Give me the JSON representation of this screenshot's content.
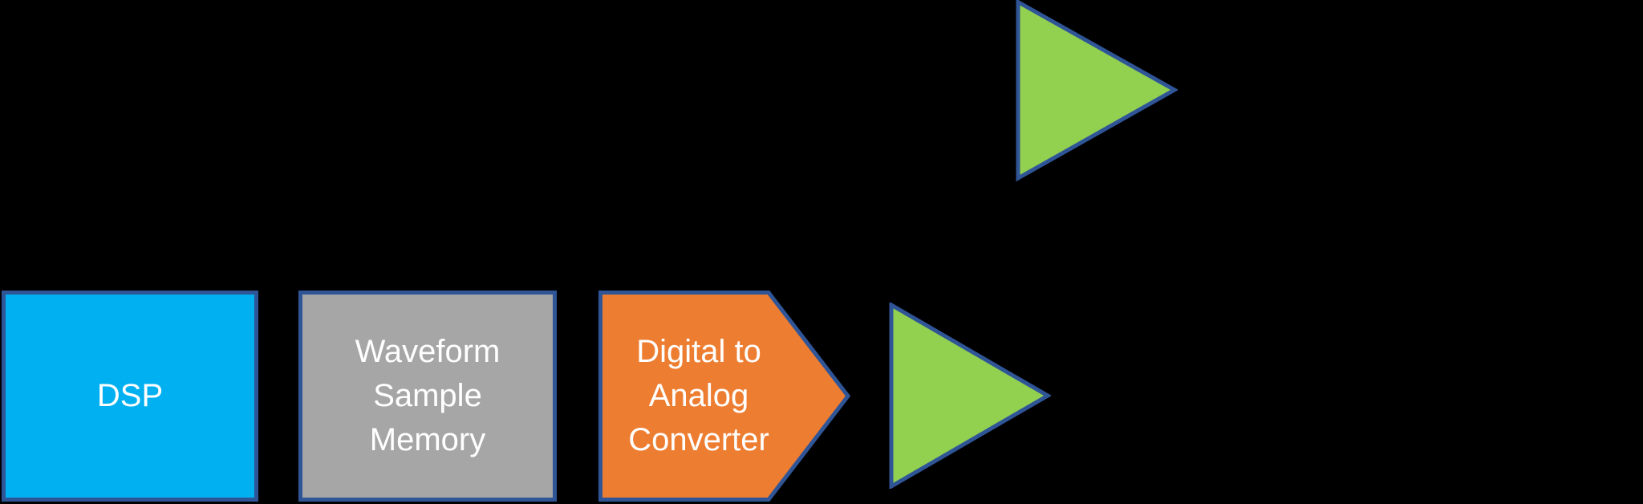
{
  "theme": {
    "background": "#000000",
    "outline_color": "#2F5597",
    "text_color": "#FFFFFF",
    "connector_color": "#000000"
  },
  "diagram": {
    "blocks": {
      "dsp": {
        "shape": "rectangle",
        "label": "DSP",
        "fill": "#00B0F0"
      },
      "memory": {
        "shape": "rectangle",
        "lines": [
          "Waveform",
          "Sample",
          "Memory"
        ],
        "fill": "#A6A6A6"
      },
      "dac": {
        "shape": "pentagon-arrow-right",
        "lines": [
          "Digital to",
          "Analog",
          "Converter"
        ],
        "fill": "#ED7D31"
      },
      "amp1": {
        "shape": "triangle-right",
        "label": "",
        "fill": "#92D050"
      },
      "amp2": {
        "shape": "triangle-right",
        "label": "",
        "fill": "#92D050"
      }
    },
    "connectors": [
      {
        "from": "dsp",
        "to": "memory",
        "type": "double-arrow"
      },
      {
        "from": "memory",
        "to": "dac",
        "type": "double-arrow"
      },
      {
        "from": "dac",
        "to": "amp1",
        "type": "arrow"
      },
      {
        "from": "dac",
        "to": "amp2",
        "type": "arrow"
      }
    ]
  }
}
